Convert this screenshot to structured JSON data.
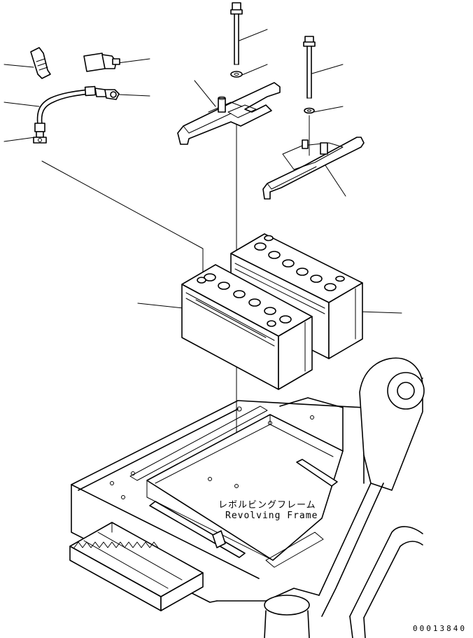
{
  "labels": {
    "frame_jp": "レボルビングフレーム",
    "frame_en": "Revolving Frame",
    "drawing_number": "00013840"
  },
  "icons": [
    "bolt-icon",
    "washer-icon",
    "battery-icon",
    "cable-icon",
    "terminal-icon"
  ]
}
